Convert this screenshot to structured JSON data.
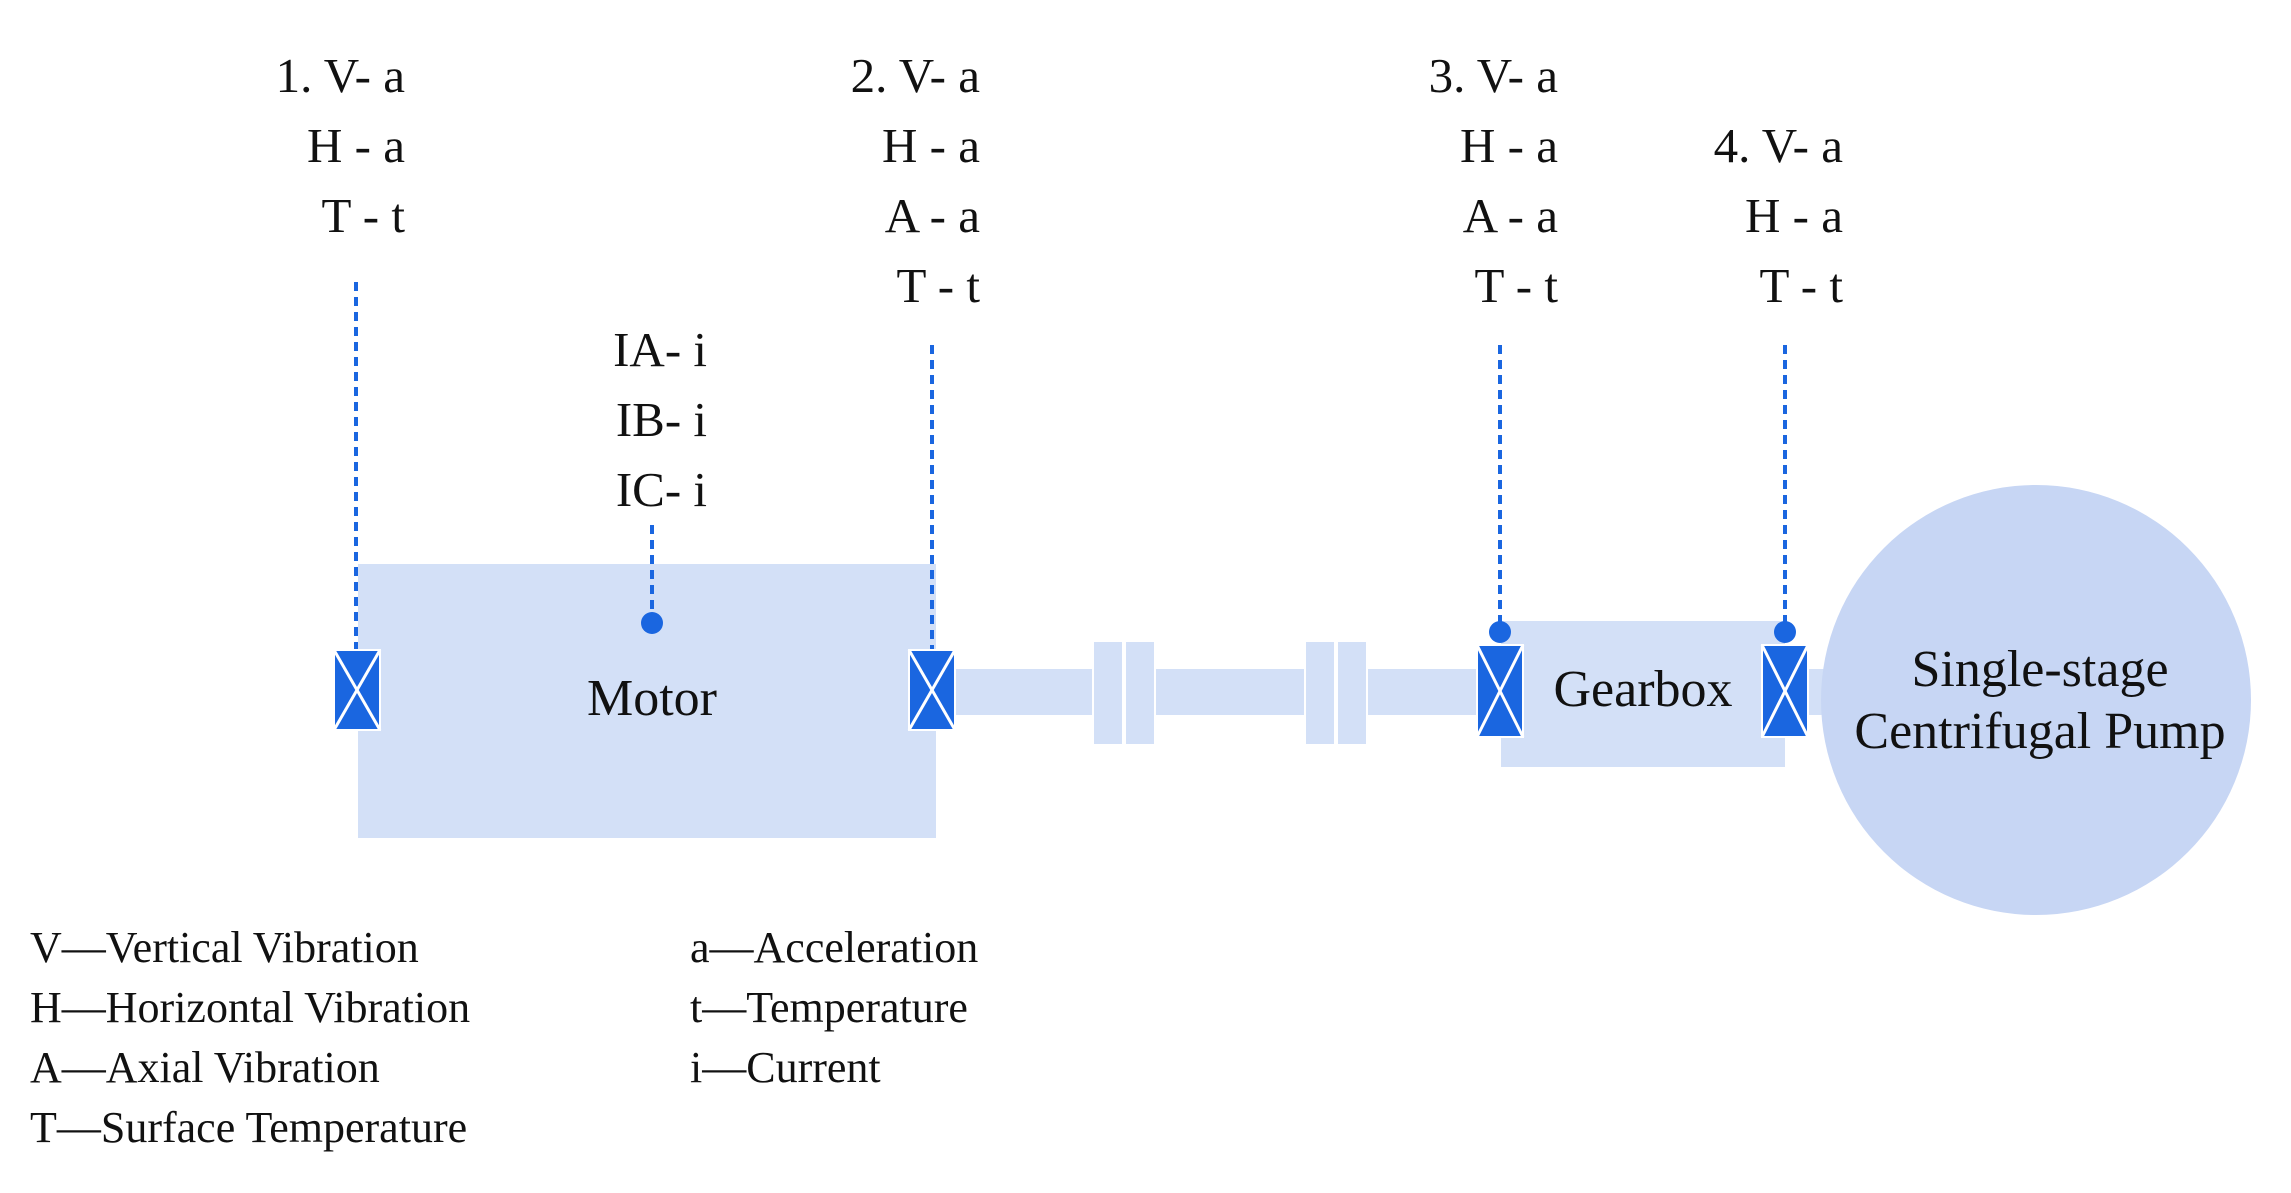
{
  "colors": {
    "component_fill": "#d3e0f7",
    "pump_fill": "#c7d6f4",
    "sensor_blue": "#1a66e0",
    "text": "#111111"
  },
  "sensors": [
    {
      "lines": [
        "1. V- a",
        "H - a",
        "T - t"
      ]
    },
    {
      "lines": [
        "2. V- a",
        "H - a",
        "A - a",
        "T - t"
      ]
    },
    {
      "lines": [
        "3. V- a",
        "H - a",
        "A - a",
        "T - t"
      ]
    },
    {
      "lines": [
        "4. V- a",
        "H - a",
        "T - t"
      ]
    }
  ],
  "current_sensor": {
    "lines": [
      "IA- i",
      "IB- i",
      "IC- i"
    ]
  },
  "components": {
    "motor": "Motor",
    "gearbox": "Gearbox",
    "pump": [
      "Single-stage",
      "Centrifugal Pump"
    ]
  },
  "legend_left": [
    "V—Vertical Vibration",
    "H—Horizontal Vibration",
    "A—Axial Vibration",
    "T—Surface Temperature"
  ],
  "legend_right": [
    "a—Acceleration",
    "t—Temperature",
    "i—Current"
  ]
}
